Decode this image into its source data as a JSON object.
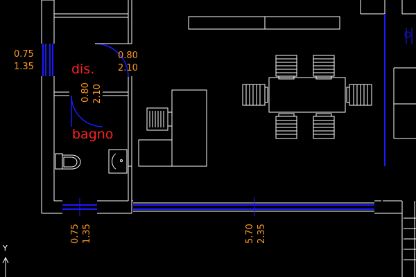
{
  "viewport": {
    "width": 600,
    "height": 400
  },
  "colors": {
    "background": "#000000",
    "lines": "#ffffff",
    "window": "#1a1aff",
    "dimension": "#ff9a1f",
    "room_label": "#ff2222"
  },
  "rooms": {
    "closet": "dis.",
    "bathroom": "bagno"
  },
  "openings": {
    "window_left": {
      "width": "0.75",
      "height": "1.35"
    },
    "door_closet": {
      "width": "0.80",
      "height": "2.10"
    },
    "door_bathroom": {
      "width": "0.80",
      "height": "2.10"
    },
    "window_bath_bottom": {
      "width": "0.75",
      "height": "1.35"
    },
    "window_main_bottom": {
      "width": "5.70",
      "height": "2.35"
    }
  },
  "ucs": {
    "y_axis_label": "Y"
  }
}
